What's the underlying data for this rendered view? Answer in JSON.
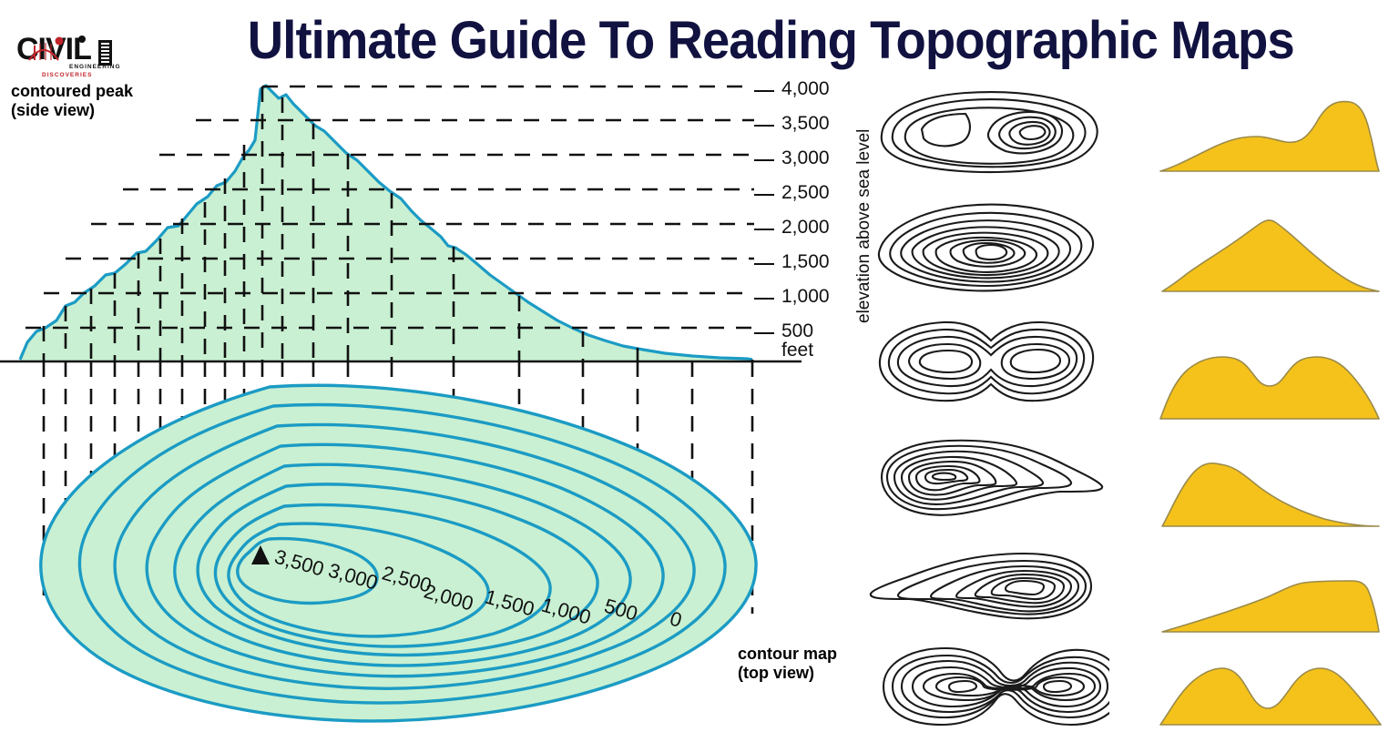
{
  "page": {
    "title": "Ultimate Guide To Reading Topographic Maps",
    "background": "#ffffff",
    "title_color": "#111240"
  },
  "logo": {
    "word": "CIVIL",
    "sub_engineering": "ENGINEERING",
    "sub_discoveries": "DISCOVERIES",
    "accent_color": "#c0242a"
  },
  "captions": {
    "side_view_line1": "contoured peak",
    "side_view_line2": "(side view)",
    "top_view_line1": "contour map",
    "top_view_line2": "(top view)"
  },
  "axis": {
    "vertical_label": "elevation above sea level",
    "unit": "feet",
    "ticks": [
      "4,000",
      "3,500",
      "3,000",
      "2,500",
      "2,000",
      "1,500",
      "1,000",
      "500"
    ]
  },
  "contour_labels": [
    "3,500",
    "3,000",
    "2,500",
    "2,000",
    "1,500",
    "1,000",
    "500",
    "0"
  ],
  "colors": {
    "terrain_fill": "#c9f0d2",
    "contour_line": "#1b9bc4",
    "profile_fill": "#f5c21b",
    "profile_stroke": "#9a8a4a",
    "guide_line": "#111111"
  },
  "peak_marker": "summit-triangle",
  "chart_data": {
    "type": "line",
    "title": "Ultimate Guide To Reading Topographic Maps",
    "ylabel": "elevation above sea level",
    "yunit": "feet",
    "ylim": [
      0,
      4000
    ],
    "contour_interval": 500,
    "yticks": [
      500,
      1000,
      1500,
      2000,
      2500,
      3000,
      3500,
      4000
    ],
    "grid": "dashed horizontal elevation lines with vertical projection lines",
    "legend": "none",
    "side_profile": {
      "name": "contoured peak (side view)",
      "description": "asymmetric mountain, summit at 4,000 ft near x=0.33 of baseline, gentle stepped west flank, longer east flank",
      "x": [
        0.0,
        0.03,
        0.06,
        0.09,
        0.12,
        0.16,
        0.2,
        0.24,
        0.27,
        0.3,
        0.33,
        0.36,
        0.4,
        0.45,
        0.5,
        0.55,
        0.6,
        0.66,
        0.72,
        0.8,
        0.88,
        0.95,
        1.0
      ],
      "y": [
        0,
        420,
        700,
        900,
        1150,
        1500,
        1800,
        2250,
        2800,
        3500,
        4000,
        3850,
        3550,
        3150,
        2800,
        2500,
        2250,
        1900,
        1450,
        1000,
        620,
        300,
        60
      ]
    },
    "top_contours": {
      "name": "contour map (top view)",
      "levels": [
        0,
        500,
        1000,
        1500,
        2000,
        2500,
        3000,
        3500,
        4000
      ],
      "labeled_levels": [
        "3,500",
        "3,000",
        "2,500",
        "2,000",
        "1,500",
        "1,000",
        "500",
        "0"
      ],
      "summit_level": 4000,
      "shape": "nested irregular closed ovals, summit offset left of center"
    },
    "comparison_rows": [
      {
        "row": 1,
        "contour_pattern": "two summits, right summit higher with many tight rings, left summit low with single ring",
        "profile": "low broad hump on left, higher steeper peak on right",
        "contour_ring_counts": [
          2,
          7
        ]
      },
      {
        "row": 2,
        "contour_pattern": "single summit, many evenly spaced concentric rings",
        "profile": "symmetric triangular cone peak",
        "contour_ring_counts": [
          9
        ]
      },
      {
        "row": 3,
        "contour_pattern": "peanut outline, two equal low summits, few widely spaced rings",
        "profile": "two broad rounded humps with shallow saddle between",
        "contour_ring_counts": [
          4,
          4
        ]
      },
      {
        "row": 4,
        "contour_pattern": "summit pushed to left, tight rings on left, widely spaced rings trailing right",
        "profile": "steep rise on left, long gentle tail sloping right",
        "contour_ring_counts": [
          7
        ]
      },
      {
        "row": 5,
        "contour_pattern": "summit pushed to right, widely spaced rings on left, tight rings on right",
        "profile": "long gentle ramp rising left to a plateau, steep drop at right",
        "contour_ring_counts": [
          6
        ]
      },
      {
        "row": 6,
        "contour_pattern": "two separate summits joined by narrow waist, equal ring counts",
        "profile": "two peaks separated by deep narrow valley",
        "contour_ring_counts": [
          6,
          6
        ]
      }
    ]
  }
}
